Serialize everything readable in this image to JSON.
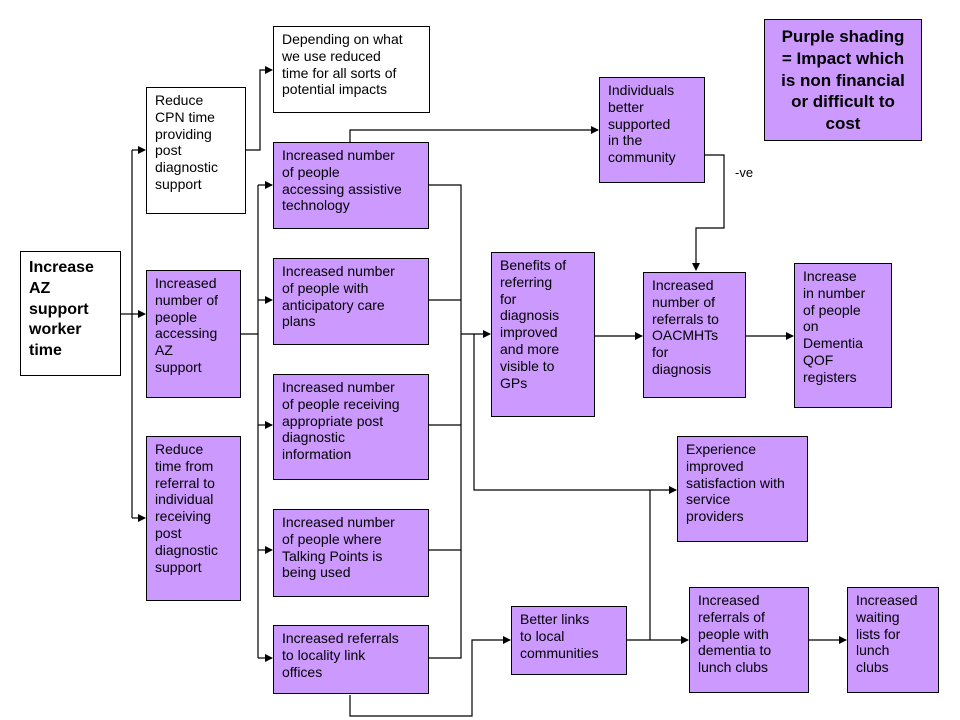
{
  "legend": "Purple shading\n= Impact which\nis non financial\nor difficult to\ncost",
  "edge_label": "-ve",
  "colors": {
    "impact_fill": "#cc99ff",
    "plain_fill": "#ffffff",
    "line": "#000000"
  },
  "nodes": {
    "start": "Increase\nAZ\nsupport\nworker\ntime",
    "reduce_cpn": "Reduce\nCPN time\nproviding\npost\ndiagnostic\nsupport",
    "depending": "Depending on what\nwe use reduced\ntime for all sorts of\npotential impacts",
    "accessing_az": "Increased\nnumber of\npeople\naccessing\nAZ\nsupport",
    "reduce_time": "Reduce\ntime from\nreferral to\nindividual\nreceiving\npost\ndiagnostic\nsupport",
    "assistive": "Increased number\nof people\naccessing assistive\ntechnology",
    "anticipatory": "Increased number\nof people with\nanticipatory care\nplans",
    "post_info": "Increased number\nof people receiving\nappropriate post\ndiagnostic\ninformation",
    "talking_points": "Increased number\nof people where\nTalking Points is\nbeing used",
    "locality": "Increased referrals\nto locality link\noffices",
    "individuals": "Individuals\nbetter\nsupported\nin the\ncommunity",
    "benefits": "Benefits of\nreferring\nfor\ndiagnosis\nimproved\nand more\nvisible to\nGPs",
    "oacmhts": "Increased\nnumber of\nreferrals to\nOACMHTs\nfor\ndiagnosis",
    "qof": "Increase\nin number\nof people\non\nDementia\nQOF\nregisters",
    "experience": "Experience\nimproved\nsatisfaction with\nservice\nproviders",
    "better_links": "Better links\nto local\ncommunities",
    "lunch_referrals": "Increased\nreferrals of\npeople with\ndementia to\nlunch clubs",
    "lunch_waiting": "Increased\nwaiting\nlists for\nlunch\nclubs"
  }
}
